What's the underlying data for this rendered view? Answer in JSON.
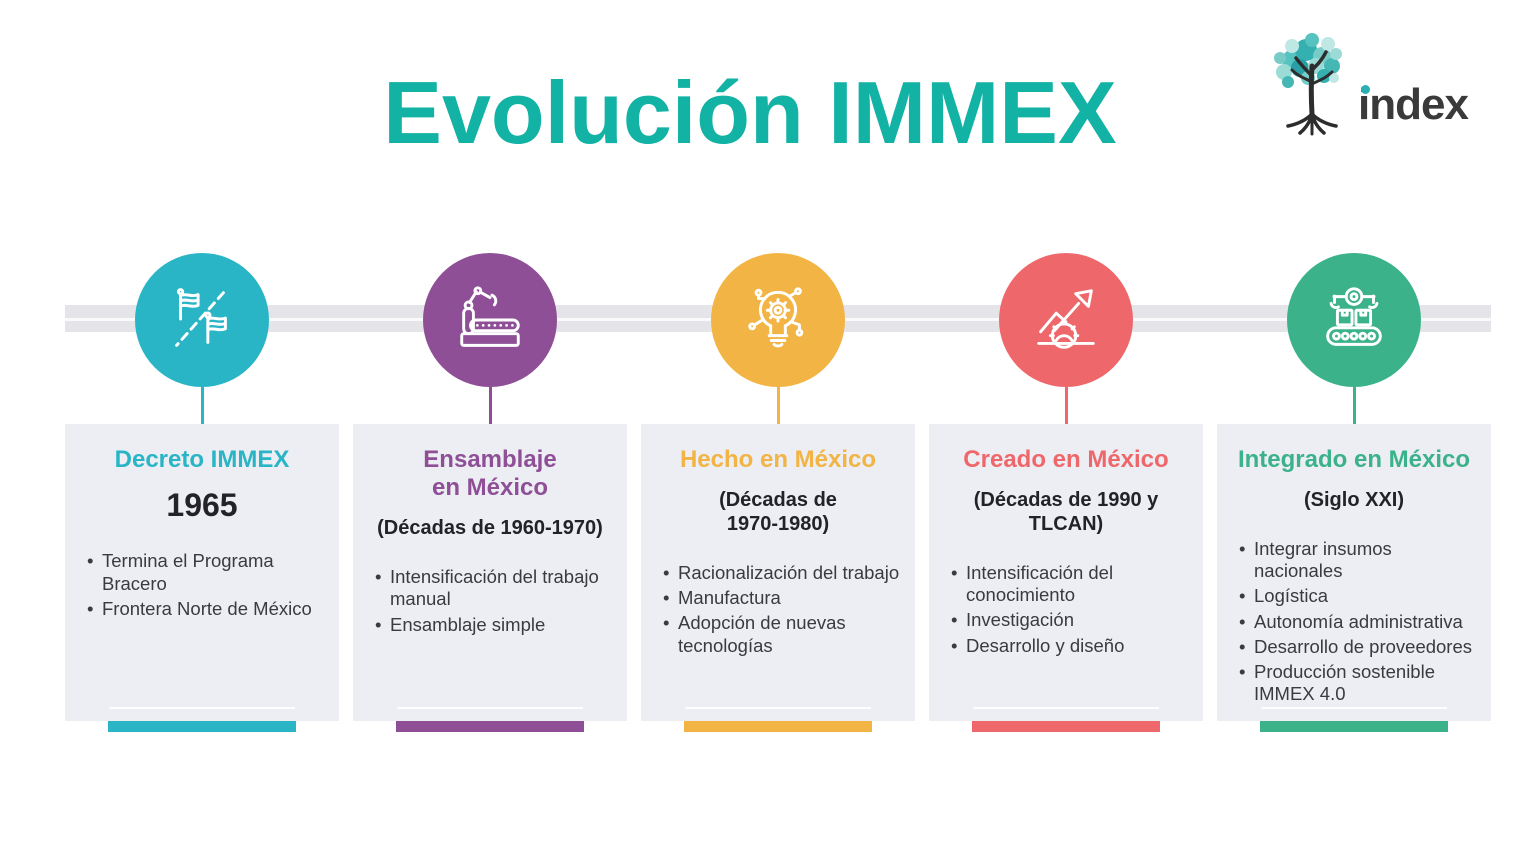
{
  "header": {
    "title": "Evolución IMMEX",
    "title_color": "#12b2a4"
  },
  "logo": {
    "text": "index",
    "tree_colors": [
      "#35b0b0",
      "#57c3c0",
      "#9adbd6",
      "#45b7b4",
      "#bfe8e4",
      "#77ccc8"
    ],
    "text_color": "#3a3a3a"
  },
  "timeline": {
    "bar_color": "#e4e4e9",
    "card_background": "#eceef3"
  },
  "stages": [
    {
      "id": "decreto-immex",
      "color": "#29b5c6",
      "icon": "border-flags-icon",
      "heading": "Decreto IMMEX",
      "subheading": "1965",
      "bullets": [
        "Termina el Programa Bracero",
        "Frontera Norte de México"
      ]
    },
    {
      "id": "ensamblaje-en-mexico",
      "color": "#8e4f97",
      "icon": "robotic-arm-conveyor-icon",
      "heading": "Ensamblaje\nen México",
      "subheading": "(Décadas de 1960-1970)",
      "bullets": [
        "Intensificación del trabajo manual",
        "Ensamblaje simple"
      ]
    },
    {
      "id": "hecho-en-mexico",
      "color": "#f1b445",
      "icon": "innovation-bulb-gear-icon",
      "heading": "Hecho en México",
      "subheading": "(Décadas de\n1970-1980)",
      "bullets": [
        "Racionalización del trabajo",
        "Manufactura",
        "Adopción de nuevas tecnologías"
      ]
    },
    {
      "id": "creado-en-mexico",
      "color": "#ee686b",
      "icon": "growth-arrow-gear-icon",
      "heading": "Creado en México",
      "subheading": "(Décadas de 1990 y\nTLCAN)",
      "bullets": [
        "Intensificación del conocimiento",
        "Investigación",
        "Desarrollo y diseño"
      ]
    },
    {
      "id": "integrado-en-mexico",
      "color": "#3cb28b",
      "icon": "automated-production-line-icon",
      "heading": "Integrado en México",
      "subheading": "(Siglo XXI)",
      "bullets": [
        "Integrar insumos nacionales",
        "Logística",
        "Autonomía administrativa",
        "Desarrollo de proveedores",
        "Producción sostenible IMMEX 4.0"
      ]
    }
  ]
}
